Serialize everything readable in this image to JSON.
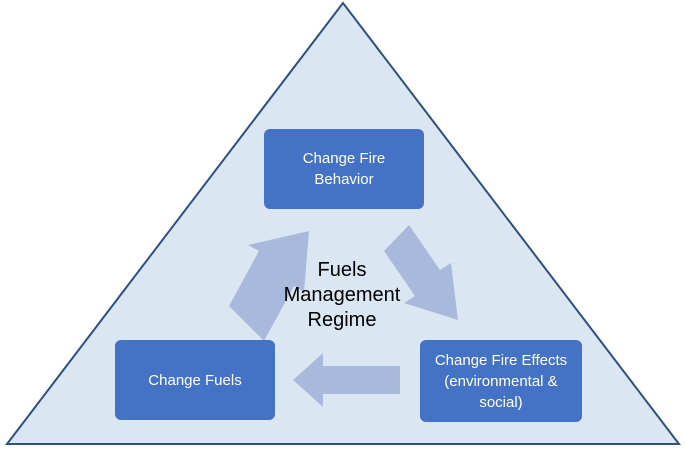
{
  "colors": {
    "triangle_fill": "#dbe6f3",
    "triangle_stroke": "#2f4f7f",
    "box_fill": "#4472c4",
    "box_text": "#ffffff",
    "arrow_fill": "#a9b9dc"
  },
  "diagram": {
    "boxes": {
      "behavior": "Change Fire\nBehavior",
      "fuels": "Change Fuels",
      "effects": "Change Fire Effects\n(environmental &\nsocial)"
    },
    "center_label": "Fuels\nManagement\nRegime",
    "arrows": [
      {
        "from": "fuels",
        "to": "behavior"
      },
      {
        "from": "behavior",
        "to": "effects"
      },
      {
        "from": "effects",
        "to": "fuels"
      }
    ]
  }
}
